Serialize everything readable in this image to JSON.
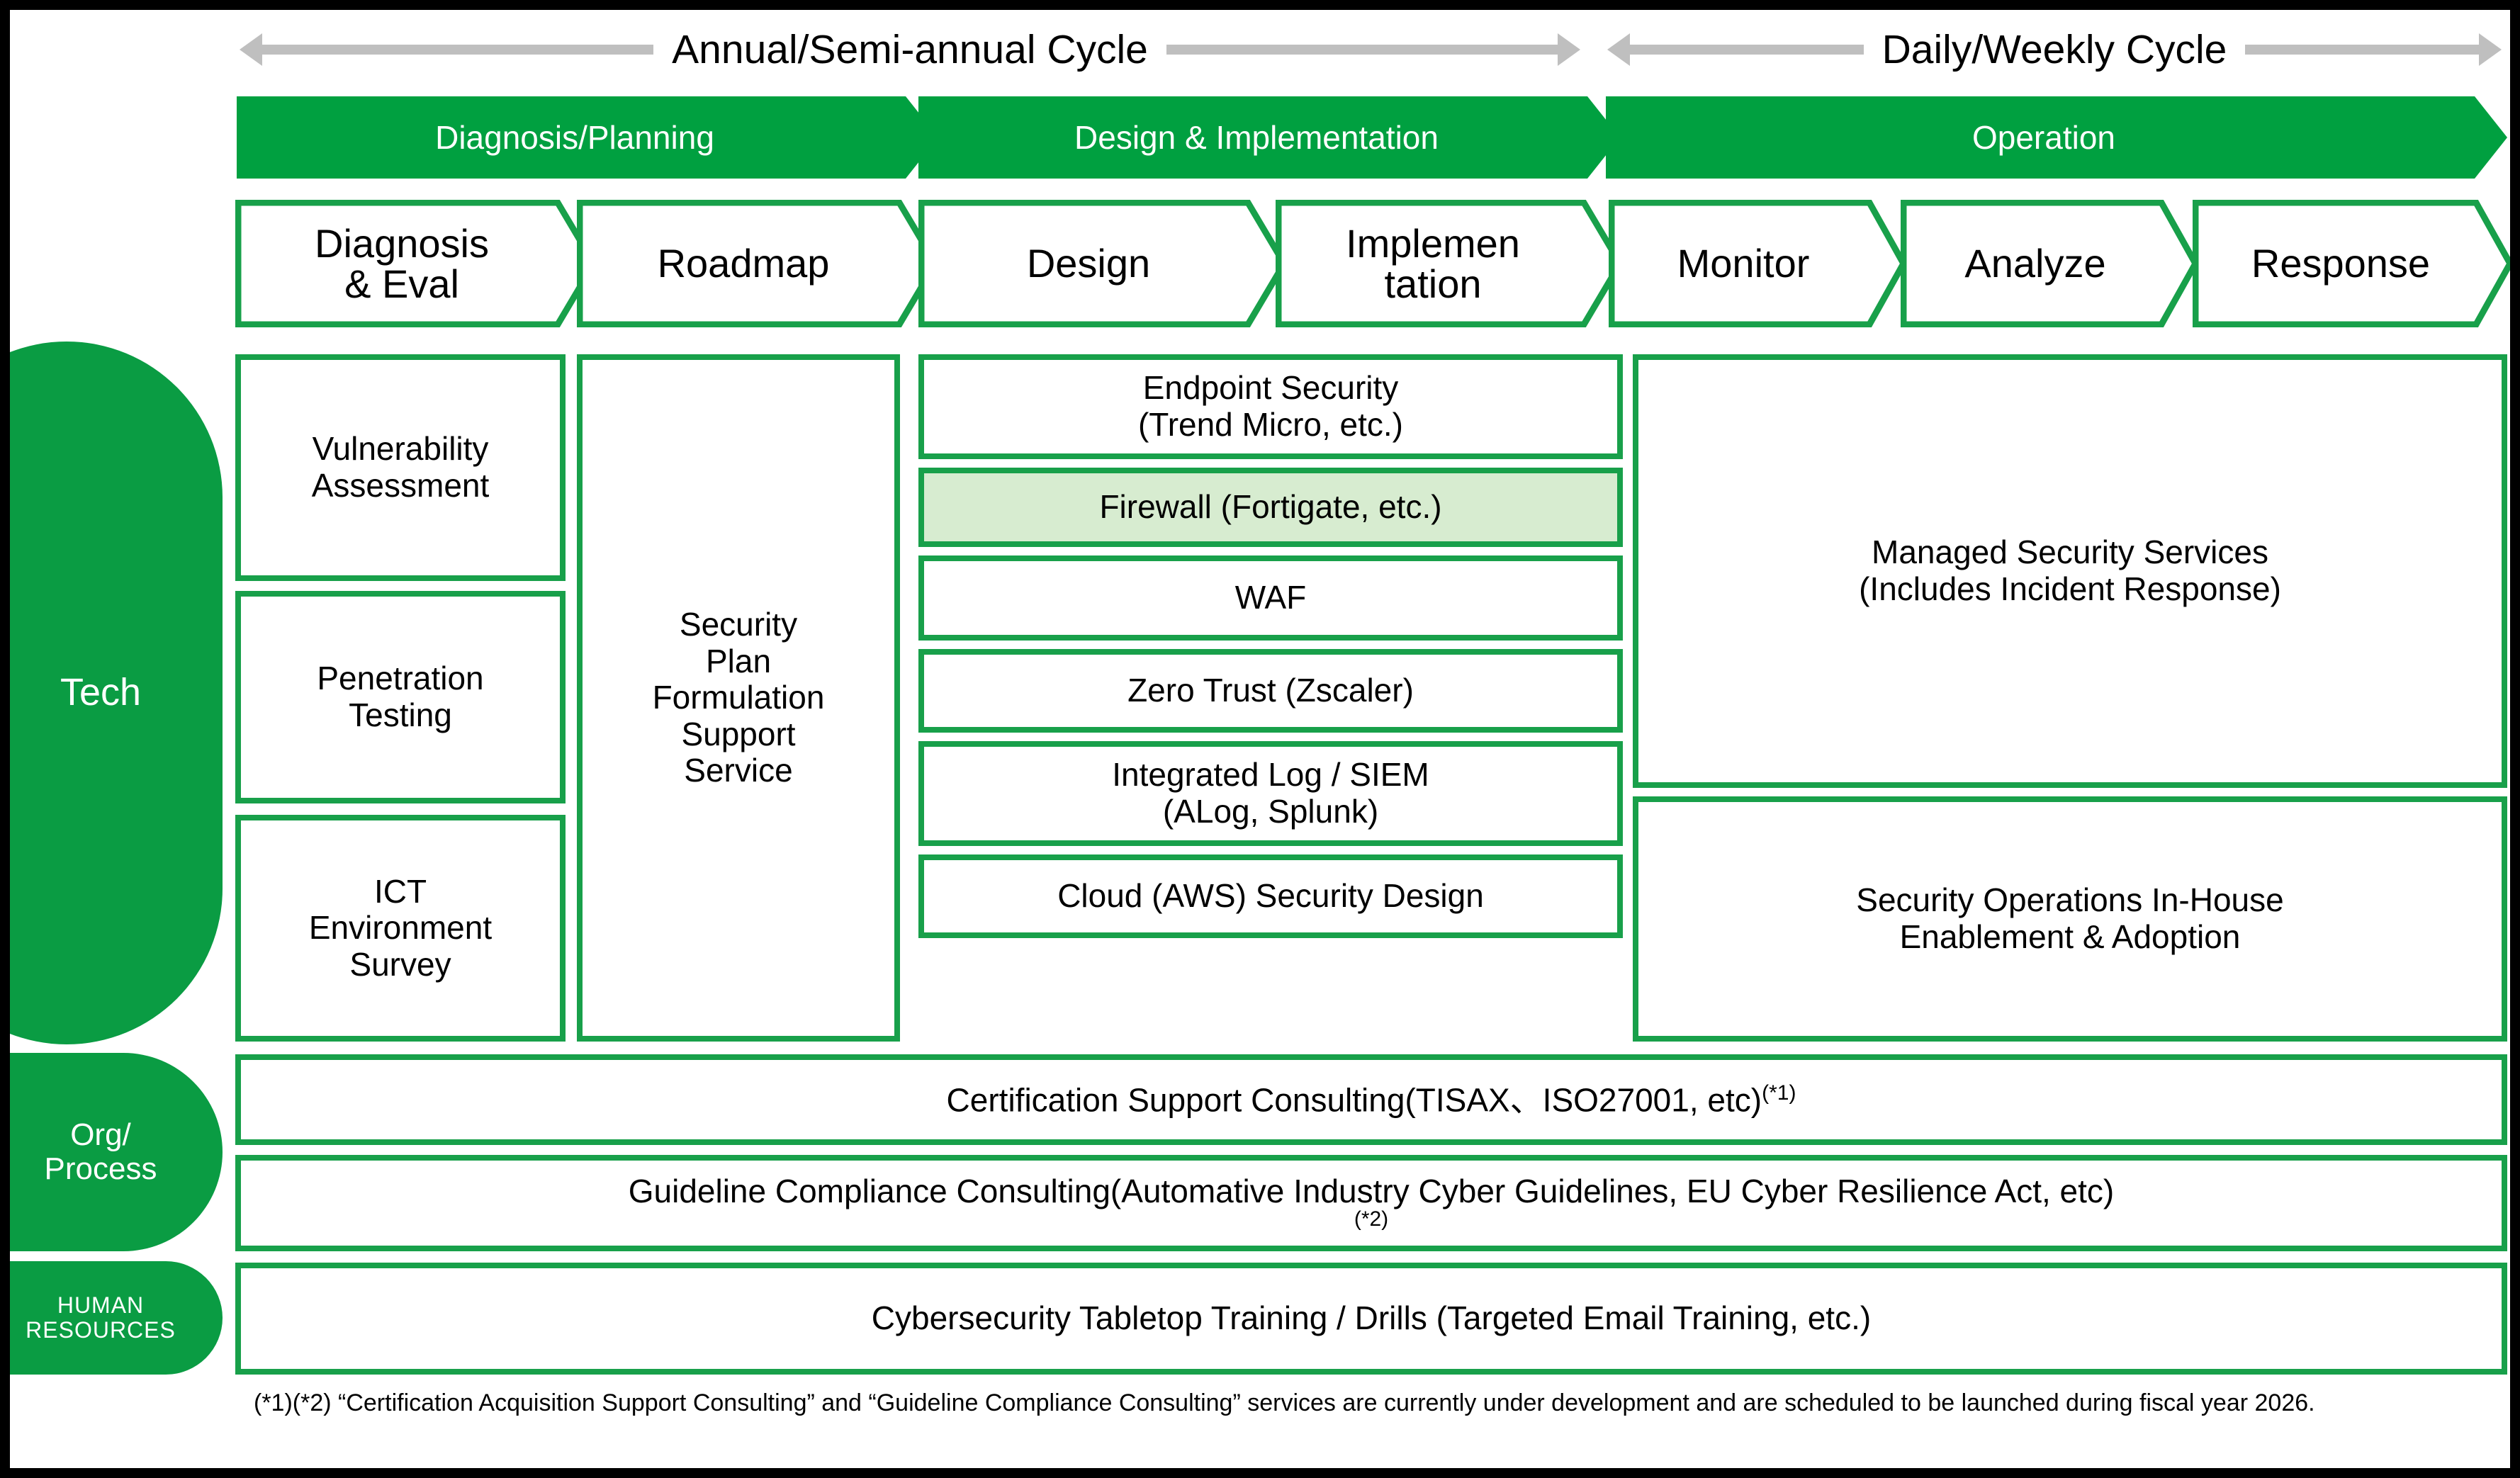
{
  "cycles": [
    {
      "id": "annual",
      "label": "Annual/Semi-annual Cycle"
    },
    {
      "id": "daily",
      "label": "Daily/Weekly Cycle"
    }
  ],
  "phases": [
    {
      "id": "diagnosis-planning",
      "label": "Diagnosis/Planning"
    },
    {
      "id": "design-implementation",
      "label": "Design & Implementation"
    },
    {
      "id": "operation",
      "label": "Operation"
    }
  ],
  "steps": [
    {
      "id": "diagnosis-eval",
      "line1": "Diagnosis",
      "line2": "& Eval"
    },
    {
      "id": "roadmap",
      "line1": "Roadmap",
      "line2": ""
    },
    {
      "id": "design",
      "line1": "Design",
      "line2": ""
    },
    {
      "id": "implementation",
      "line1": "Implemen",
      "line2": "tation"
    },
    {
      "id": "monitor",
      "line1": "Monitor",
      "line2": ""
    },
    {
      "id": "analyze",
      "line1": "Analyze",
      "line2": ""
    },
    {
      "id": "response",
      "line1": "Response",
      "line2": ""
    }
  ],
  "categories": [
    {
      "id": "tech",
      "label": "Tech"
    },
    {
      "id": "org-process",
      "label": "Org/\nProcess"
    },
    {
      "id": "human-resources",
      "label": "HUMAN\nRESOURCES"
    }
  ],
  "tech": {
    "diagnosis_items": [
      {
        "id": "vulnerability-assessment",
        "text": "Vulnerability\nAssessment"
      },
      {
        "id": "penetration-testing",
        "text": "Penetration\nTesting"
      },
      {
        "id": "ict-environment-survey",
        "text": "ICT\nEnvironment\nSurvey"
      }
    ],
    "roadmap_item": {
      "id": "security-plan-formulation",
      "text": "Security\nPlan\nFormulation\nSupport\nService"
    },
    "design_items": [
      {
        "id": "endpoint-security",
        "text": "Endpoint Security\n(Trend Micro, etc.)",
        "highlight": false
      },
      {
        "id": "firewall",
        "text": "Firewall (Fortigate, etc.)",
        "highlight": true
      },
      {
        "id": "waf",
        "text": "WAF",
        "highlight": false
      },
      {
        "id": "zero-trust",
        "text": "Zero Trust (Zscaler)",
        "highlight": false
      },
      {
        "id": "integrated-log-siem",
        "text": "Integrated Log / SIEM\n(ALog, Splunk)",
        "highlight": false
      },
      {
        "id": "cloud-aws-security-design",
        "text": "Cloud (AWS) Security Design",
        "highlight": false
      }
    ],
    "operation_items": [
      {
        "id": "managed-security-services",
        "text": "Managed Security Services\n(Includes Incident Response)"
      },
      {
        "id": "security-operations-in-house",
        "text": "Security Operations In-House\nEnablement & Adoption"
      }
    ]
  },
  "org_process_items": [
    {
      "id": "certification-support-consulting",
      "text": "Certification Support Consulting(TISAX、ISO27001, etc)",
      "note": "(*1)"
    },
    {
      "id": "guideline-compliance-consulting",
      "text": "Guideline Compliance Consulting(Automative Industry Cyber Guidelines, EU Cyber Resilience Act, etc)",
      "note": "(*2)"
    }
  ],
  "human_resources_items": [
    {
      "id": "cybersecurity-tabletop-training",
      "text": "Cybersecurity Tabletop Training / Drills (Targeted Email Training, etc.)"
    }
  ],
  "footnote": {
    "id": "footnote-development-notice",
    "text": "(*1)(*2) “Certification Acquisition Support Consulting” and “Guideline Compliance Consulting” services are currently under development and are scheduled to be launched during fiscal year 2026."
  },
  "colors": {
    "brand_green": "#00a040",
    "outline_green": "#18a04a",
    "pill_green": "#0a9c43",
    "highlight_green": "#d7ecd0",
    "arrow_gray": "#bfbfbf",
    "frame_black": "#000000"
  }
}
